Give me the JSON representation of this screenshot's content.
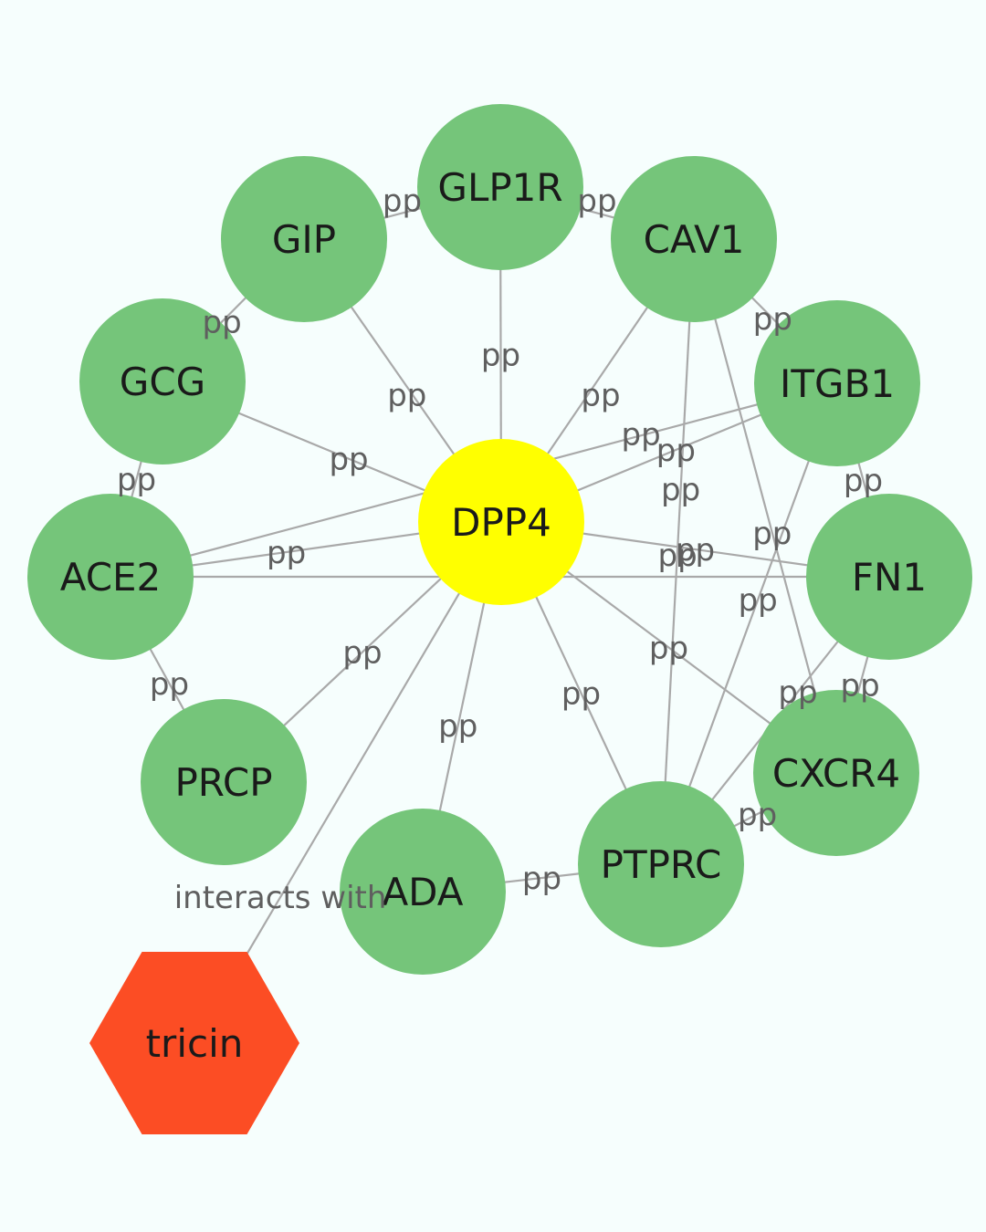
{
  "colors": {
    "background": "#f6fefd",
    "protein": "#75c57a",
    "target": "#ffff00",
    "compound": "#fc4d24",
    "edge": "#a9a9a9",
    "edge_label": "#5f5f5f"
  },
  "nodes": [
    {
      "id": "DPP4",
      "label": "DPP4",
      "kind": "target"
    },
    {
      "id": "GLP1R",
      "label": "GLP1R",
      "kind": "protein"
    },
    {
      "id": "GIP",
      "label": "GIP",
      "kind": "protein"
    },
    {
      "id": "CAV1",
      "label": "CAV1",
      "kind": "protein"
    },
    {
      "id": "GCG",
      "label": "GCG",
      "kind": "protein"
    },
    {
      "id": "ITGB1",
      "label": "ITGB1",
      "kind": "protein"
    },
    {
      "id": "ACE2",
      "label": "ACE2",
      "kind": "protein"
    },
    {
      "id": "FN1",
      "label": "FN1",
      "kind": "protein"
    },
    {
      "id": "PRCP",
      "label": "PRCP",
      "kind": "protein"
    },
    {
      "id": "CXCR4",
      "label": "CXCR4",
      "kind": "protein"
    },
    {
      "id": "ADA",
      "label": "ADA",
      "kind": "protein"
    },
    {
      "id": "PTPRC",
      "label": "PTPRC",
      "kind": "protein"
    },
    {
      "id": "tricin",
      "label": "tricin",
      "kind": "compound"
    }
  ],
  "edges": [
    {
      "source": "DPP4",
      "target": "GLP1R",
      "label": "pp"
    },
    {
      "source": "DPP4",
      "target": "GIP",
      "label": "pp"
    },
    {
      "source": "DPP4",
      "target": "CAV1",
      "label": "pp"
    },
    {
      "source": "DPP4",
      "target": "GCG",
      "label": "pp"
    },
    {
      "source": "DPP4",
      "target": "ITGB1",
      "label": "pp"
    },
    {
      "source": "DPP4",
      "target": "ACE2",
      "label": "pp"
    },
    {
      "source": "DPP4",
      "target": "FN1",
      "label": "pp"
    },
    {
      "source": "DPP4",
      "target": "PRCP",
      "label": "pp"
    },
    {
      "source": "DPP4",
      "target": "CXCR4",
      "label": "pp"
    },
    {
      "source": "DPP4",
      "target": "ADA",
      "label": "pp"
    },
    {
      "source": "DPP4",
      "target": "PTPRC",
      "label": "pp"
    },
    {
      "source": "GIP",
      "target": "GLP1R",
      "label": "pp"
    },
    {
      "source": "GLP1R",
      "target": "CAV1",
      "label": "pp"
    },
    {
      "source": "GIP",
      "target": "GCG",
      "label": "pp"
    },
    {
      "source": "CAV1",
      "target": "ITGB1",
      "label": "pp"
    },
    {
      "source": "GCG",
      "target": "ACE2",
      "label": "pp"
    },
    {
      "source": "ITGB1",
      "target": "FN1",
      "label": "pp"
    },
    {
      "source": "ACE2",
      "target": "PRCP",
      "label": "pp"
    },
    {
      "source": "FN1",
      "target": "CXCR4",
      "label": "pp"
    },
    {
      "source": "ADA",
      "target": "PTPRC",
      "label": "pp"
    },
    {
      "source": "PTPRC",
      "target": "CXCR4",
      "label": "pp"
    },
    {
      "source": "ACE2",
      "target": "ITGB1",
      "label": "pp"
    },
    {
      "source": "ACE2",
      "target": "FN1",
      "label": "pp"
    },
    {
      "source": "CAV1",
      "target": "CXCR4",
      "label": "pp"
    },
    {
      "source": "CAV1",
      "target": "PTPRC",
      "label": "pp"
    },
    {
      "source": "ITGB1",
      "target": "PTPRC",
      "label": "pp"
    },
    {
      "source": "FN1",
      "target": "PTPRC",
      "label": "pp"
    },
    {
      "source": "DPP4",
      "target": "tricin",
      "label": "interacts with"
    }
  ]
}
